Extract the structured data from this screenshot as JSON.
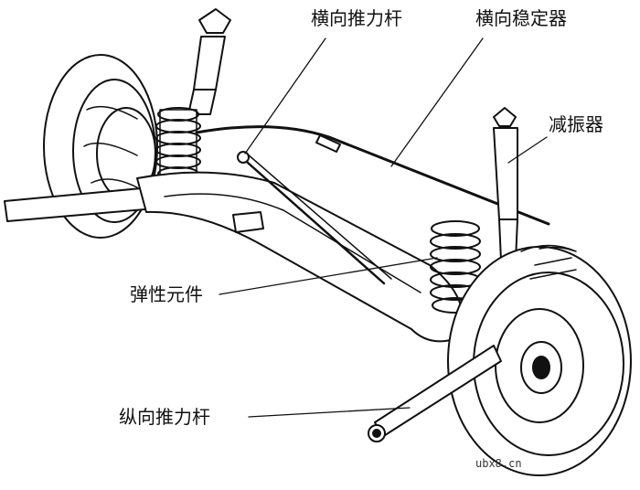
{
  "labels": {
    "lateral_rod": "横向推力杆",
    "stabilizer": "横向稳定器",
    "shock_absorber": "减振器",
    "elastic_element": "弹性元件",
    "trailing_arm": "纵向推力杆"
  },
  "watermark": "ubx8.cn"
}
